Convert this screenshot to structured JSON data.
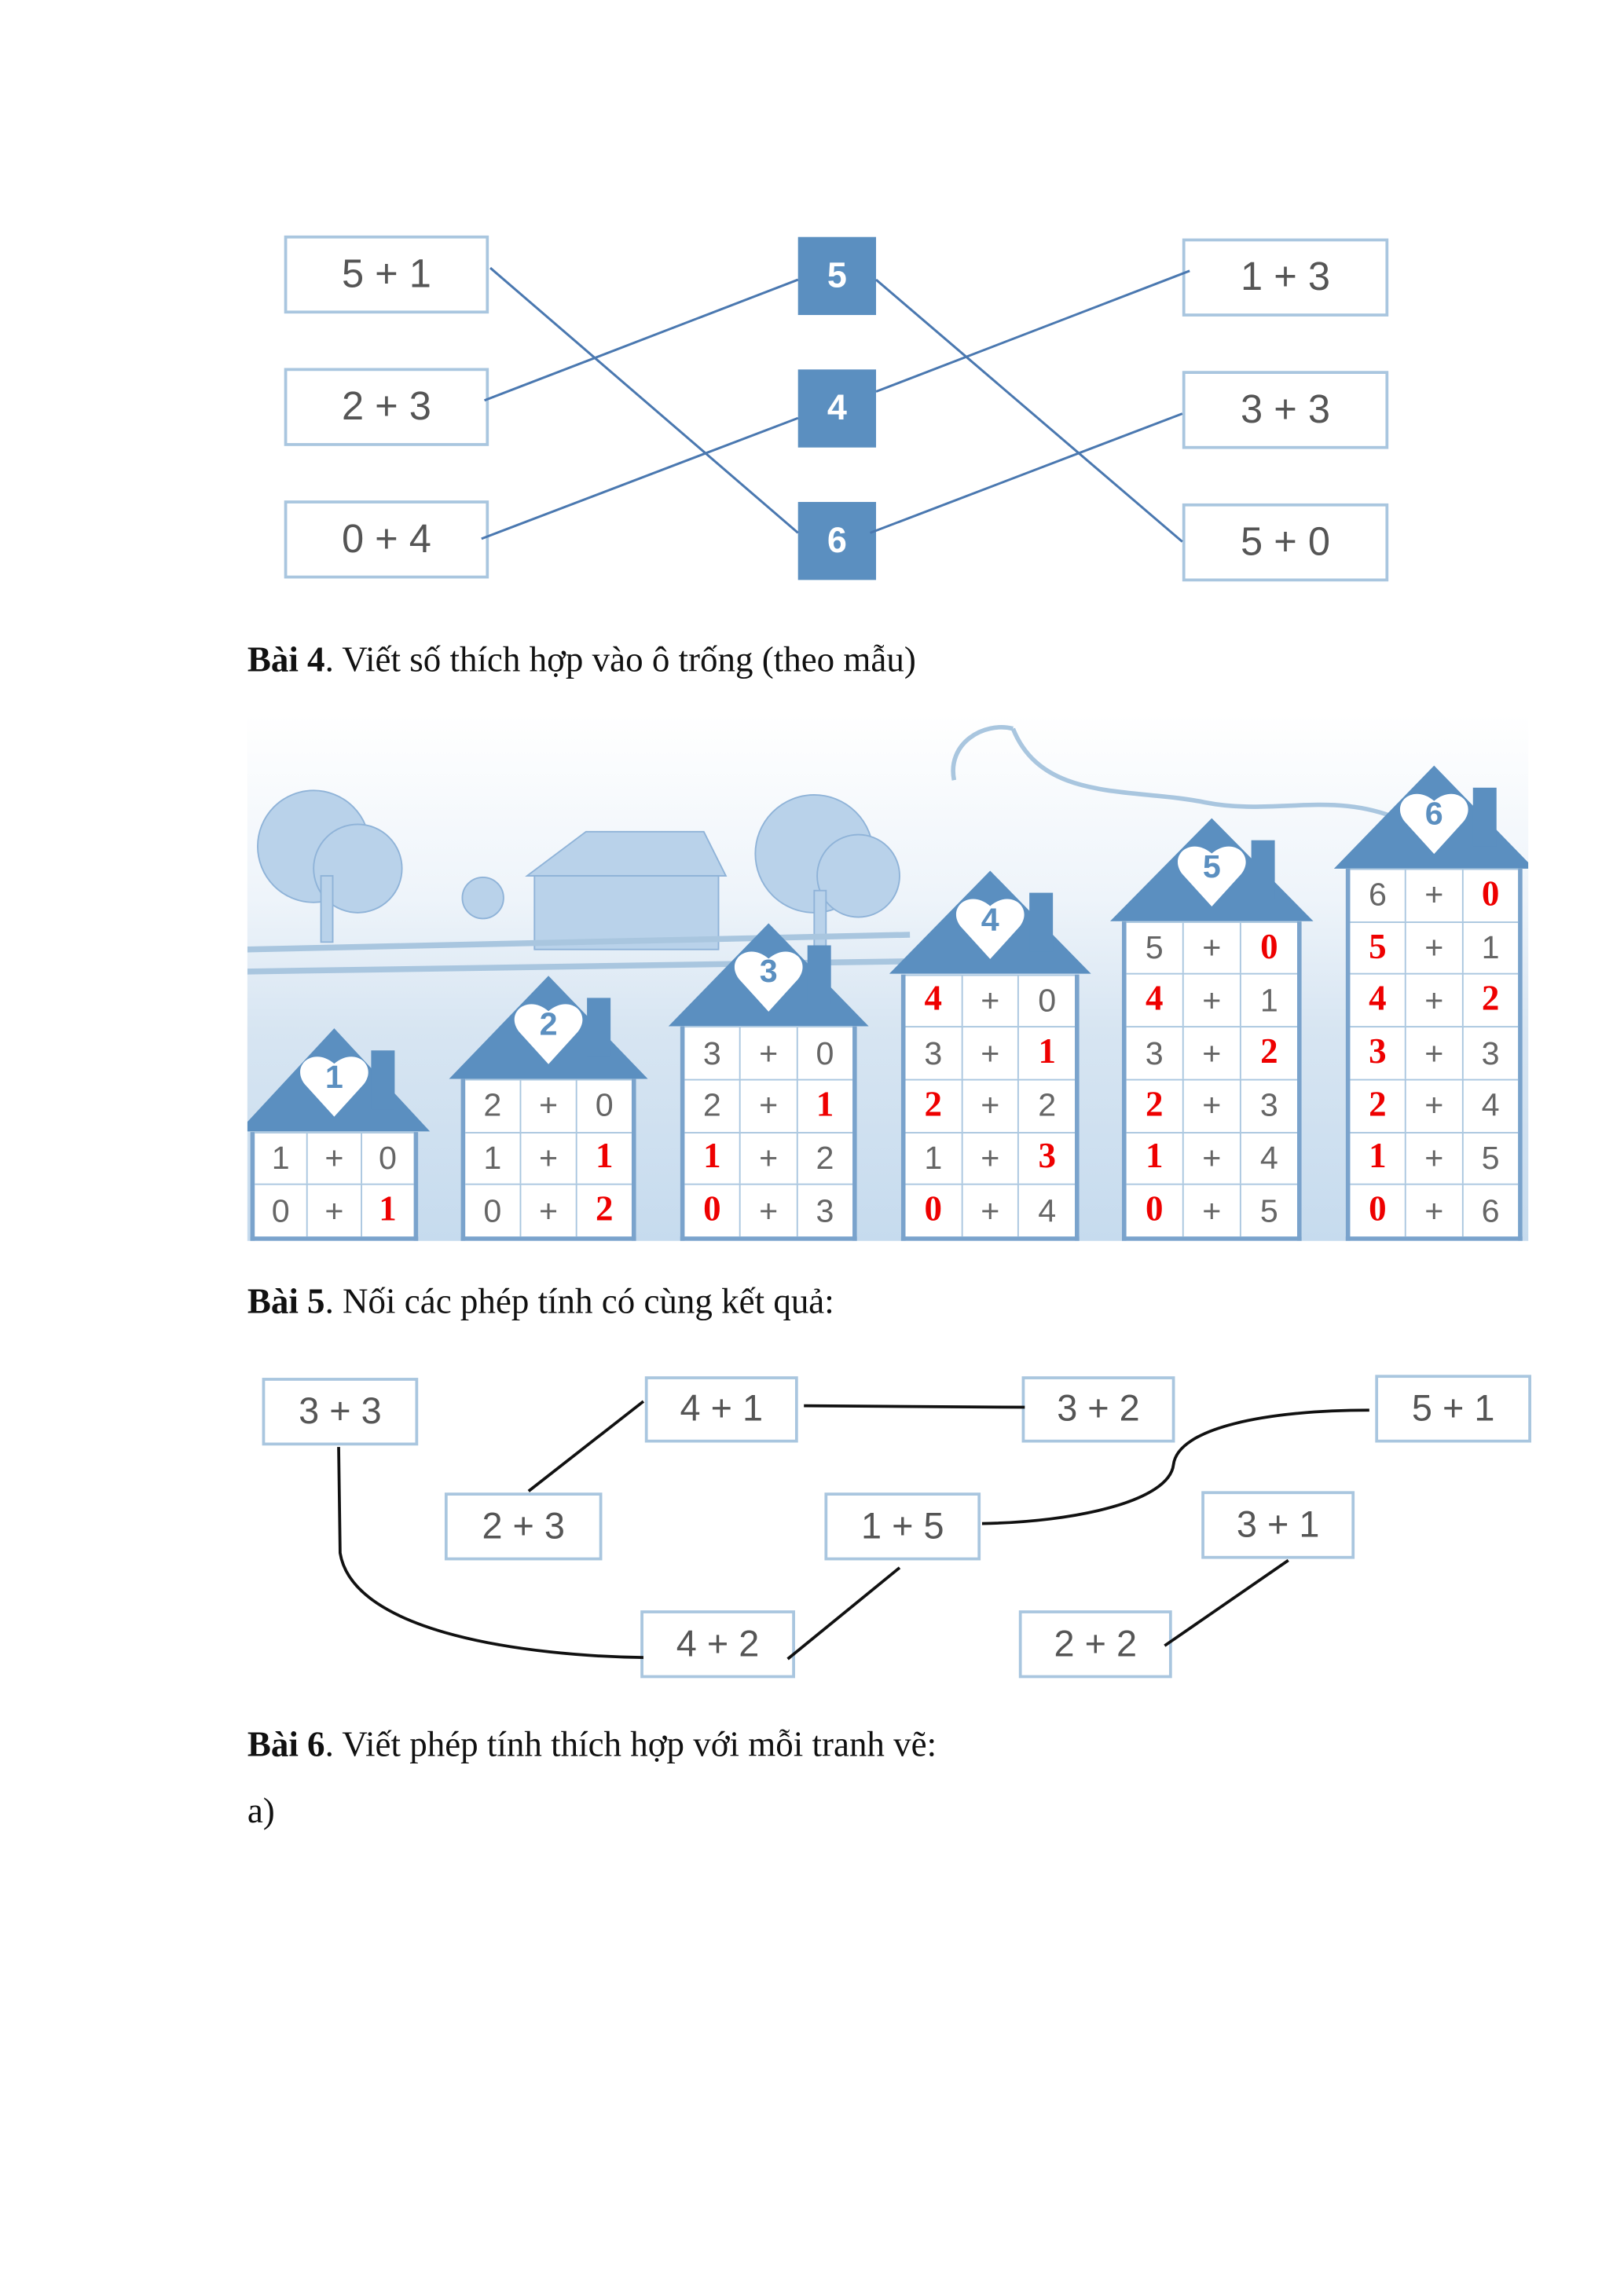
{
  "ex3": {
    "left": [
      "5 + 1",
      "2 + 3",
      "0 + 4"
    ],
    "middle": [
      "5",
      "4",
      "6"
    ],
    "right": [
      "1 + 3",
      "3 + 3",
      "5 + 0"
    ]
  },
  "bai4": {
    "label": "Bài 4",
    "text": ". Viết số thích hợp vào ô trống (theo mẫu)"
  },
  "houses": [
    {
      "number": "1",
      "rows": [
        [
          "1",
          "+",
          "0"
        ],
        [
          "0",
          "+",
          "1"
        ]
      ],
      "red": [
        [
          0,
          0,
          0
        ],
        [
          0,
          0,
          1
        ]
      ]
    },
    {
      "number": "2",
      "rows": [
        [
          "2",
          "+",
          "0"
        ],
        [
          "1",
          "+",
          "1"
        ],
        [
          "0",
          "+",
          "2"
        ]
      ],
      "red": [
        [
          0,
          0,
          0
        ],
        [
          0,
          0,
          1
        ],
        [
          0,
          0,
          1
        ]
      ]
    },
    {
      "number": "3",
      "rows": [
        [
          "3",
          "+",
          "0"
        ],
        [
          "2",
          "+",
          "1"
        ],
        [
          "1",
          "+",
          "2"
        ],
        [
          "0",
          "+",
          "3"
        ]
      ],
      "red": [
        [
          0,
          0,
          0
        ],
        [
          0,
          0,
          1
        ],
        [
          1,
          0,
          0
        ],
        [
          1,
          0,
          0
        ]
      ]
    },
    {
      "number": "4",
      "rows": [
        [
          "4",
          "+",
          "0"
        ],
        [
          "3",
          "+",
          "1"
        ],
        [
          "2",
          "+",
          "2"
        ],
        [
          "1",
          "+",
          "3"
        ],
        [
          "0",
          "+",
          "4"
        ]
      ],
      "red": [
        [
          1,
          0,
          0
        ],
        [
          0,
          0,
          1
        ],
        [
          1,
          0,
          0
        ],
        [
          0,
          0,
          1
        ],
        [
          1,
          0,
          0
        ]
      ]
    },
    {
      "number": "5",
      "rows": [
        [
          "5",
          "+",
          "0"
        ],
        [
          "4",
          "+",
          "1"
        ],
        [
          "3",
          "+",
          "2"
        ],
        [
          "2",
          "+",
          "3"
        ],
        [
          "1",
          "+",
          "4"
        ],
        [
          "0",
          "+",
          "5"
        ]
      ],
      "red": [
        [
          0,
          0,
          1
        ],
        [
          1,
          0,
          0
        ],
        [
          0,
          0,
          1
        ],
        [
          1,
          0,
          0
        ],
        [
          1,
          0,
          0
        ],
        [
          1,
          0,
          0
        ]
      ]
    },
    {
      "number": "6",
      "rows": [
        [
          "6",
          "+",
          "0"
        ],
        [
          "5",
          "+",
          "1"
        ],
        [
          "4",
          "+",
          "2"
        ],
        [
          "3",
          "+",
          "3"
        ],
        [
          "2",
          "+",
          "4"
        ],
        [
          "1",
          "+",
          "5"
        ],
        [
          "0",
          "+",
          "6"
        ]
      ],
      "red": [
        [
          0,
          0,
          1
        ],
        [
          1,
          0,
          0
        ],
        [
          1,
          0,
          1
        ],
        [
          1,
          0,
          0
        ],
        [
          1,
          0,
          0
        ],
        [
          1,
          0,
          0
        ],
        [
          1,
          0,
          0
        ]
      ]
    }
  ],
  "bai5": {
    "label": "Bài 5",
    "text": ". Nối các phép tính có cùng kết quả:"
  },
  "ex5": [
    "3 + 3",
    "4 + 1",
    "3 + 2",
    "5 + 1",
    "2 + 3",
    "1 + 5",
    "3 + 1",
    "4 + 2",
    "2 + 2"
  ],
  "bai6": {
    "label": "Bài 6",
    "text": ". Viết phép tính thích hợp với mỗi tranh vẽ:",
    "sub": "a)"
  },
  "colors": {
    "accent": "#5b8fc0",
    "answer": "#ee0000",
    "border": "#a9c6df"
  }
}
